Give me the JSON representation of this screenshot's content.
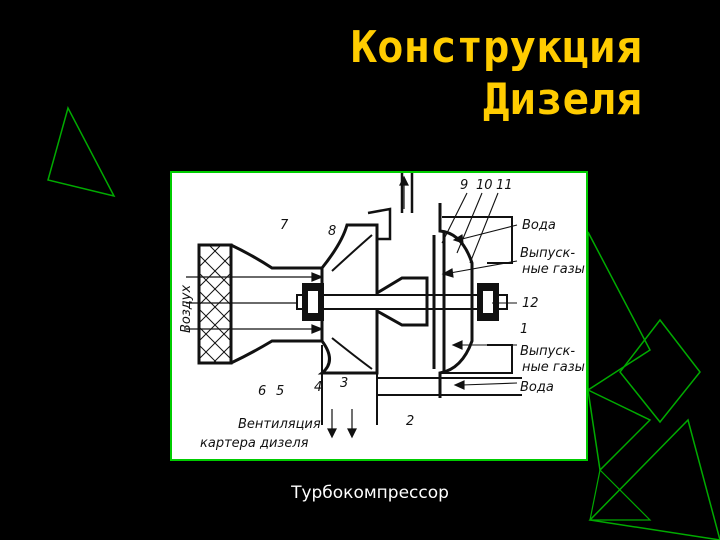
{
  "title": {
    "line1": "Конструкция",
    "line2": "Дизеля"
  },
  "caption": "Турбокомпрессор",
  "colors": {
    "title": "#FFCC00",
    "accent_green": "#00cc00",
    "background": "#000000",
    "caption": "#ffffff"
  },
  "diagram": {
    "callouts": {
      "n9": "9",
      "n10": "10",
      "n11": "11",
      "n12": "12",
      "n7": "7",
      "n8": "8",
      "n1": "1",
      "n2": "2",
      "n3": "3",
      "n4": "4",
      "n5": "5",
      "n6": "6"
    },
    "labels": {
      "water_top": "Вода",
      "exhaust_top_1": "Выпуск-",
      "exhaust_top_2": "ные газы",
      "exhaust_bottom_1": "Выпуск-",
      "exhaust_bottom_2": "ные газы",
      "water_bottom": "Вода",
      "air": "Воздух",
      "ventilation_1": "Вентиляция",
      "ventilation_2": "картера дизеля"
    }
  }
}
